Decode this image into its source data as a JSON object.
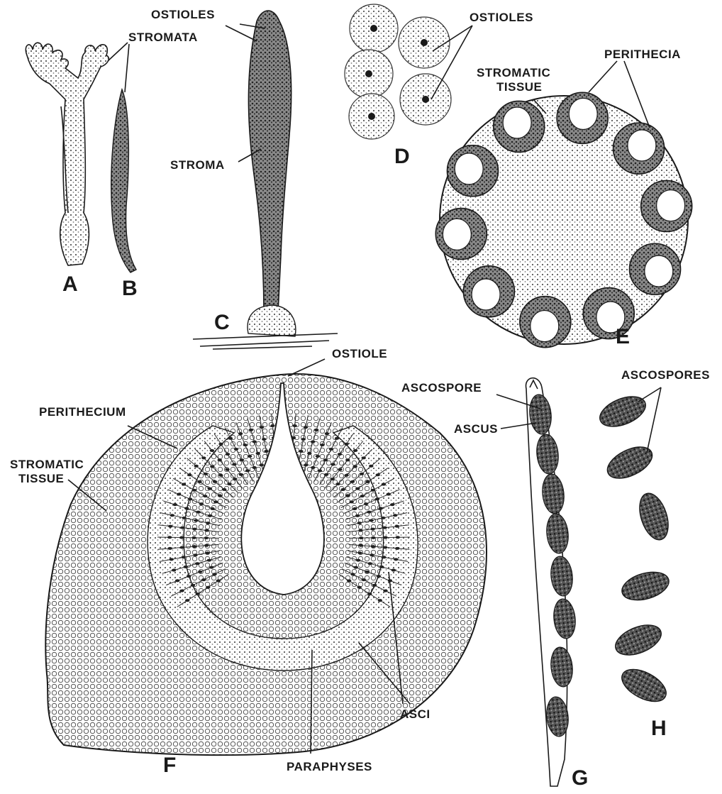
{
  "labels": {
    "stromata": "STROMATA",
    "ostioles_c": "OSTIOLES",
    "stroma": "STROMA",
    "ostioles_d": "OSTIOLES",
    "stromatic_tissue_e_1": "STROMATIC",
    "stromatic_tissue_e_2": "TISSUE",
    "perithecia": "PERITHECIA",
    "ostiole": "OSTIOLE",
    "perithecium": "PERITHECIUM",
    "stromatic_tissue_f_1": "STROMATIC",
    "stromatic_tissue_f_2": "TISSUE",
    "ascospore": "ASCOSPORE",
    "ascus": "ASCUS",
    "ascospores": "ASCOSPORES",
    "asci": "ASCI",
    "paraphyses": "PARAPHYSES"
  },
  "panels": {
    "a": "A",
    "b": "B",
    "c": "C",
    "d": "D",
    "e": "E",
    "f": "F",
    "g": "G",
    "h": "H"
  },
  "colors": {
    "ink": "#1a1a1a",
    "stipple": "#5a5a5a",
    "dark_wall": "#3a3a3a",
    "cavity": "#ffffff"
  }
}
